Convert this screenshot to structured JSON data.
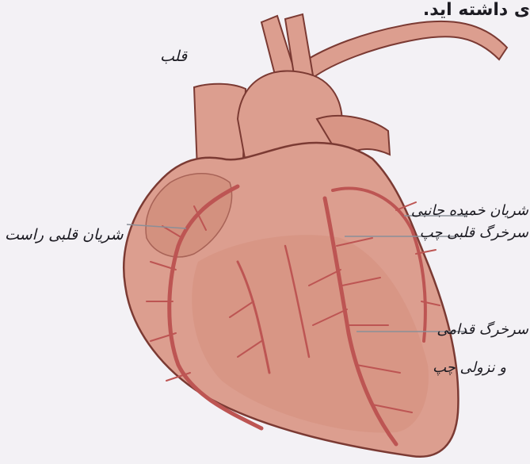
{
  "header": {
    "text": "ی داشته اید."
  },
  "diagram": {
    "title": "قلب",
    "labels": {
      "right_coronary": "شریان قلبی راست",
      "circumflex": "شریان خمیده جانبی",
      "left_coronary": "سرخرگ قلبی چپ",
      "anterior_descending_line1": "سرخرگ قدامی",
      "anterior_descending_line2": "و نزولی چپ"
    }
  },
  "colors": {
    "heart_fill": "#dc9e8f",
    "heart_shadow": "#cf8a7b",
    "outline": "#7b3a33",
    "vessels": "#bd5553",
    "leader_lines": "#8a8f98",
    "background": "#f3f1f5"
  }
}
